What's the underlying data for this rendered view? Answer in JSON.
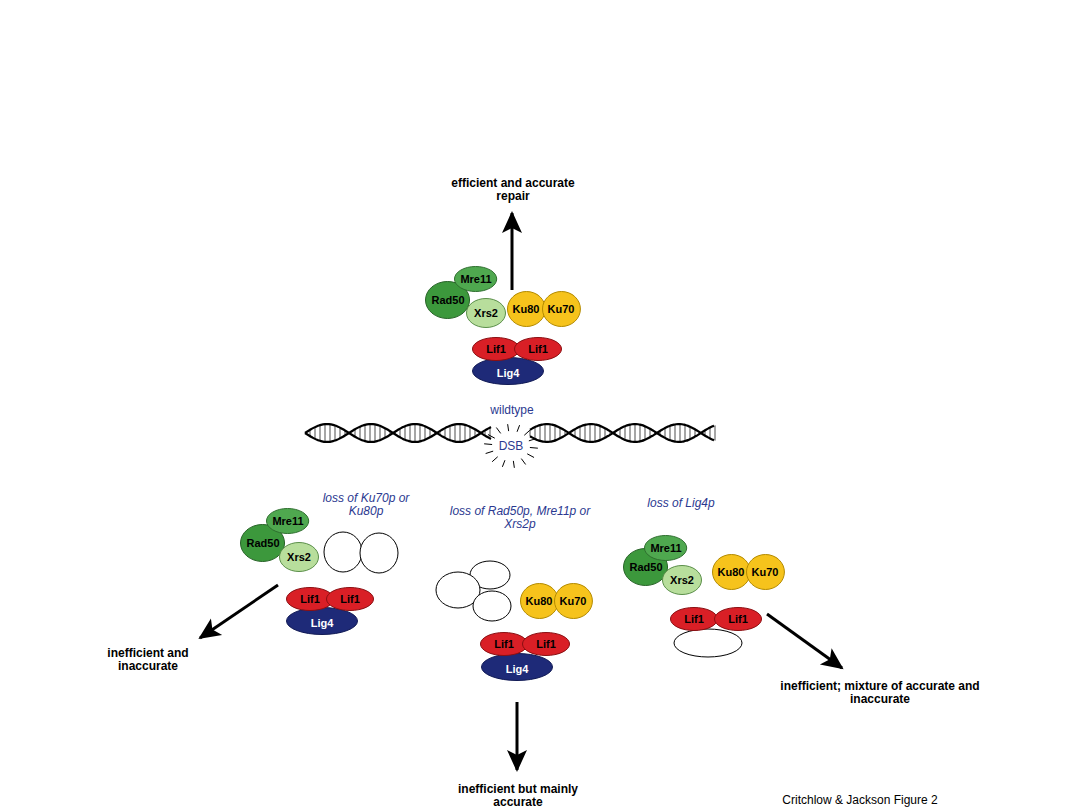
{
  "diagram": {
    "caption": "Critchlow & Jackson Figure 2",
    "nodes": [
      {
        "text": [
          "Mre11"
        ]
      },
      {
        "text": [
          "Rad50"
        ]
      },
      {
        "text": [
          "Xrs2"
        ]
      },
      {
        "text": [
          "Ku80"
        ]
      },
      {
        "text": [
          "Ku70"
        ]
      },
      {
        "text": [
          "Lif1"
        ]
      },
      {
        "text": [
          "Lif1"
        ]
      },
      {
        "text": [
          "Lig4"
        ]
      },
      {
        "text": [
          "Mre11"
        ]
      },
      {
        "text": [
          "Rad50"
        ]
      },
      {
        "text": [
          "Xrs2"
        ]
      },
      {
        "text": [
          "Lif1"
        ]
      },
      {
        "text": [
          "Lif1"
        ]
      },
      {
        "text": [
          "Lig4"
        ]
      },
      {
        "text": [
          "Ku80"
        ]
      },
      {
        "text": [
          "Ku70"
        ]
      },
      {
        "text": [
          "Lif1"
        ]
      },
      {
        "text": [
          "Lif1"
        ]
      },
      {
        "text": [
          "Lig4"
        ]
      },
      {
        "text": [
          "Mre11"
        ]
      },
      {
        "text": [
          "Rad50"
        ]
      },
      {
        "text": [
          "Xrs2"
        ]
      },
      {
        "text": [
          "Ku80"
        ]
      },
      {
        "text": [
          "Ku70"
        ]
      },
      {
        "text": [
          "Lif1"
        ]
      },
      {
        "text": [
          "Lif1"
        ]
      }
    ],
    "labels": [
      "efficient and accurate repair",
      "wildtype",
      "DSB",
      "loss of Ku70p or Ku80p",
      "loss of Rad50p, Mre11p or Xrs2p",
      "loss of Lig4p",
      "inefficient and inaccurate",
      "inefficient but mainly accurate",
      "inefficient; mixture of accurate and inaccurate"
    ]
  }
}
